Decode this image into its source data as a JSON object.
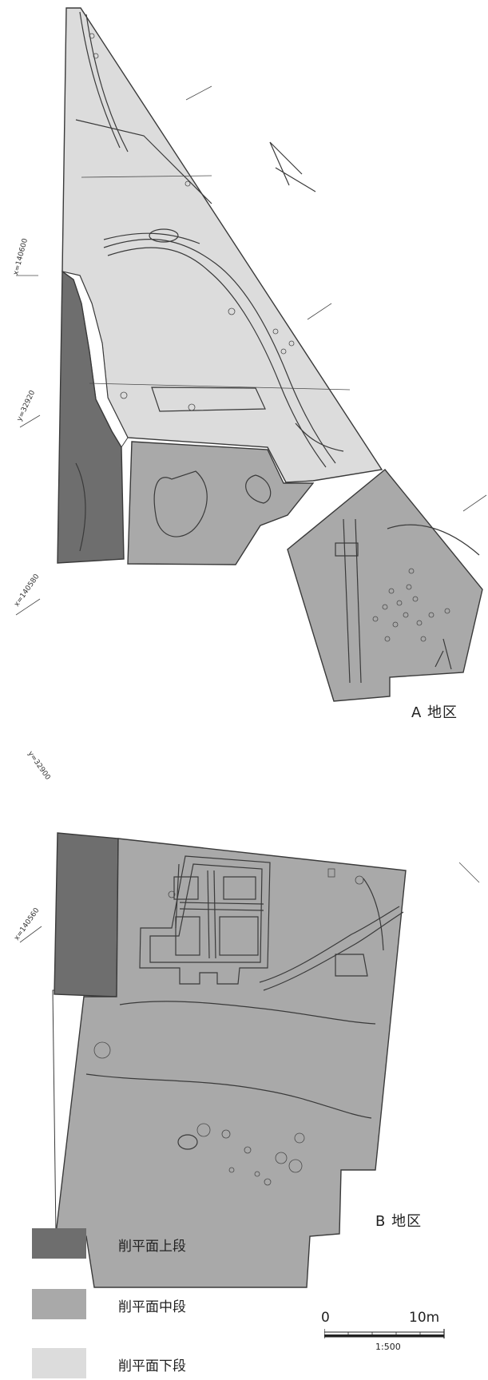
{
  "areas": {
    "a_label": "A 地区",
    "b_label": "B 地区"
  },
  "grid_labels": {
    "x140600": "x=140600",
    "y32920": "y=32920",
    "x140580": "x=140580",
    "y32900": "y=32900",
    "x140560": "x=140560"
  },
  "legend": {
    "items": [
      {
        "label": "削平面上段",
        "color": "#6e6e6e"
      },
      {
        "label": "削平面中段",
        "color": "#a9a9a9"
      },
      {
        "label": "削平面下段",
        "color": "#dcdcdc"
      }
    ]
  },
  "scale": {
    "start": "0",
    "end": "10m",
    "ratio": "1:500"
  },
  "colors": {
    "upper": "#6e6e6e",
    "middle": "#a9a9a9",
    "lower": "#dcdcdc",
    "outline": "#3a3a3a"
  }
}
